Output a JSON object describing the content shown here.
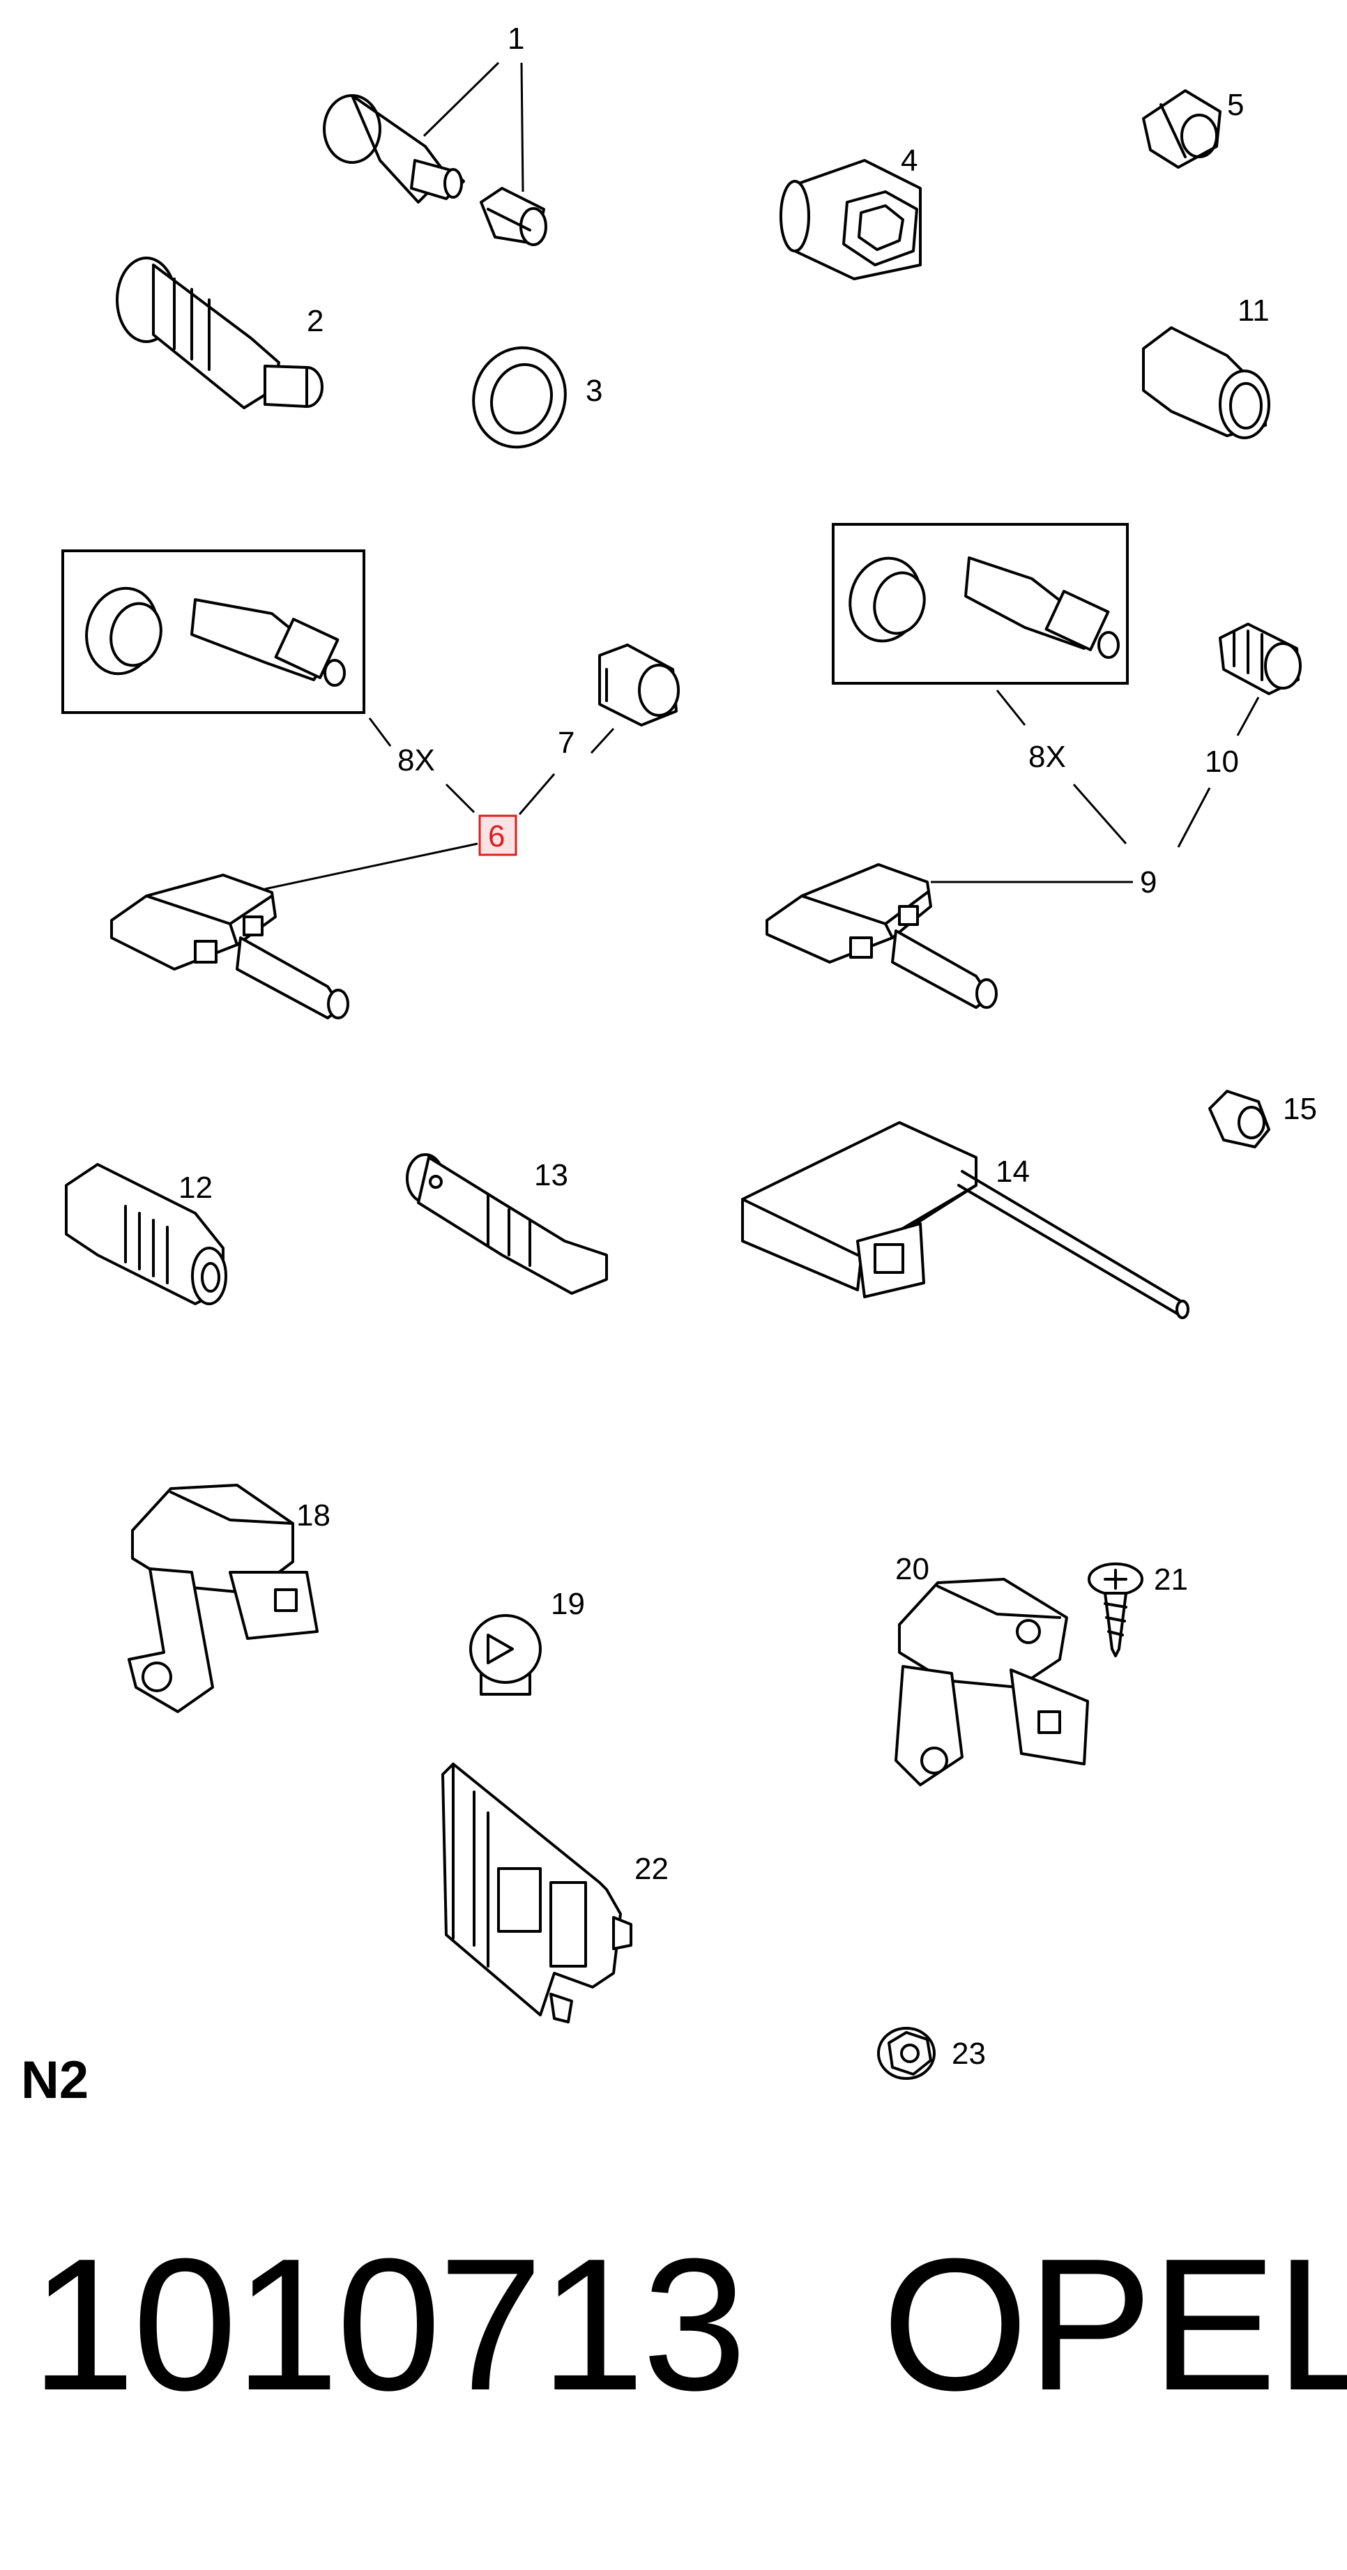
{
  "callouts": {
    "c1": "1",
    "c2": "2",
    "c3": "3",
    "c4": "4",
    "c5": "5",
    "c6": "6",
    "c7": "7",
    "c8x_left": "8X",
    "c8x_right": "8X",
    "c9": "9",
    "c10": "10",
    "c11": "11",
    "c12": "12",
    "c13": "13",
    "c14": "14",
    "c15": "15",
    "c18": "18",
    "c19": "19",
    "c20": "20",
    "c21": "21",
    "c22": "22",
    "c23": "23"
  },
  "highlight": {
    "callout": "6",
    "color": "#d62020"
  },
  "footer": {
    "section_code": "N2",
    "part_number": "1010713",
    "brand": "OPEL"
  }
}
